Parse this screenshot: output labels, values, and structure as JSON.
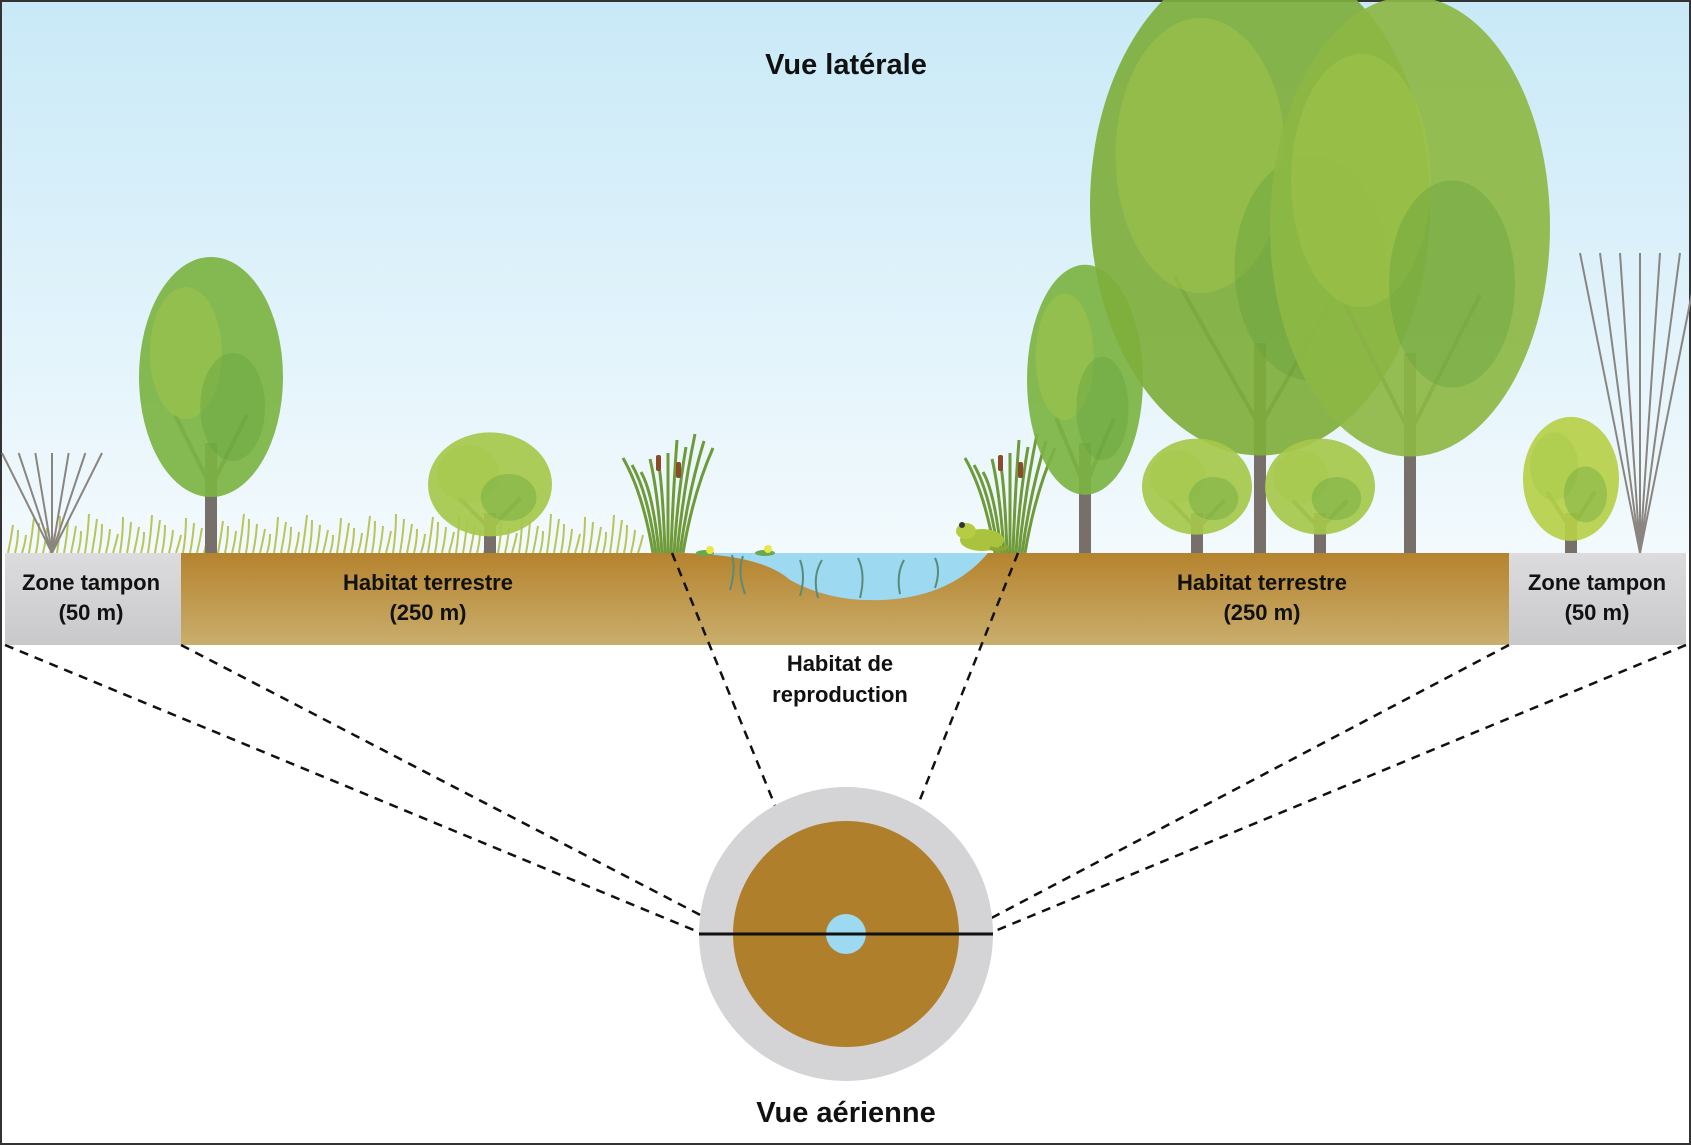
{
  "title_top": "Vue latérale",
  "title_bottom": "Vue aérienne",
  "zones": {
    "buffer_left": {
      "name": "Zone tampon",
      "size": "(50 m)"
    },
    "terrestrial_left": {
      "name": "Habitat terrestre",
      "size": "(250 m)"
    },
    "breeding": {
      "line1": "Habitat de",
      "line2": "reproduction"
    },
    "terrestrial_right": {
      "name": "Habitat terrestre",
      "size": "(250 m)"
    },
    "buffer_right": {
      "name": "Zone tampon",
      "size": "(50 m)"
    }
  },
  "colors": {
    "sky_top": "#c9e9f8",
    "sky_bottom": "#f3fafd",
    "soil": "#b5832e",
    "soil_light": "#c9ae6c",
    "buffer": "#d4d4d6",
    "water": "#9dd9f0",
    "leaf_dark": "#5f9e3c",
    "leaf_mid": "#7cb342",
    "leaf_light": "#a5c84a",
    "trunk": "#77706a",
    "grass": "#b9c45a"
  },
  "icons": [
    "tree-icon",
    "shrub-icon",
    "cattail-icon",
    "frog-icon",
    "grass-icon",
    "lily-pad-icon"
  ]
}
